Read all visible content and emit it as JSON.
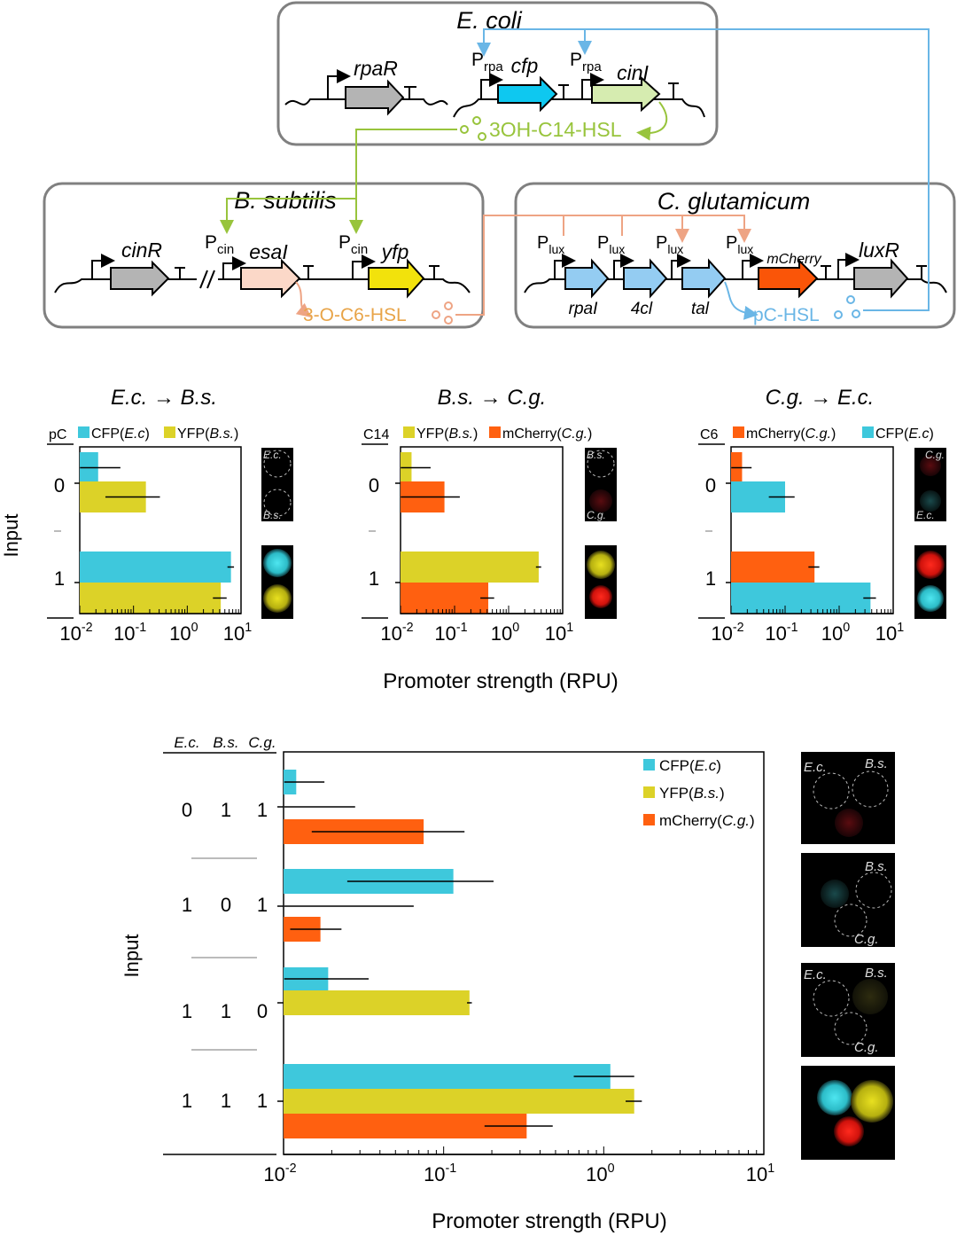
{
  "diagram": {
    "ecoli": {
      "title": "E. coli",
      "genes": [
        "rpaR",
        "cfp",
        "cinI"
      ],
      "promoters": [
        "P",
        "rpa",
        "P",
        "rpa"
      ],
      "signal": "3OH-C14-HSL"
    },
    "bsub": {
      "title": "B. subtilis",
      "genes": [
        "cinR",
        "esaI",
        "yfp"
      ],
      "promoters": [
        "P",
        "cin",
        "P",
        "cin"
      ],
      "signal": "3-O-C6-HSL"
    },
    "cglu": {
      "title": "C. glutamicum",
      "genes": [
        "rpaI",
        "4cl",
        "tal",
        "mCherry",
        "luxR"
      ],
      "promoters": [
        "P",
        "lux"
      ],
      "signal": "pC-HSL"
    }
  },
  "chart_data": [
    {
      "type": "bar",
      "orientation": "horizontal",
      "title": "E.c. → B.s.",
      "input_label": "pC",
      "ylabel": "Input",
      "xlabel": "Promoter strength (RPU)",
      "xscale": "log",
      "xlim": [
        0.01,
        10
      ],
      "categories": [
        "0",
        "1"
      ],
      "series": [
        {
          "name": "CFP(E.c)",
          "color": "#3ec8dc",
          "values": [
            0.022,
            6.5
          ],
          "err": [
            0.035,
            0.9
          ]
        },
        {
          "name": "YFP(B.s.)",
          "color": "#dcd228",
          "values": [
            0.17,
            4.2
          ],
          "err": [
            0.14,
            1.2
          ]
        }
      ],
      "micrograph_labels": [
        "E.c.",
        "B.s."
      ]
    },
    {
      "type": "bar",
      "orientation": "horizontal",
      "title": "B.s. → C.g.",
      "input_label": "C14",
      "ylabel": "",
      "xlabel": "Promoter strength (RPU)",
      "xscale": "log",
      "xlim": [
        0.01,
        10
      ],
      "categories": [
        "0",
        "1"
      ],
      "series": [
        {
          "name": "YFP(B.s.)",
          "color": "#dcd228",
          "values": [
            0.016,
            3.6
          ],
          "err": [
            0.02,
            0.4
          ]
        },
        {
          "name": "mCherry(C.g.)",
          "color": "#ff6010",
          "values": [
            0.065,
            0.42
          ],
          "err": [
            0.06,
            0.12
          ]
        }
      ],
      "micrograph_labels": [
        "B.s.",
        "C.g."
      ]
    },
    {
      "type": "bar",
      "orientation": "horizontal",
      "title": "C.g. → E.c.",
      "input_label": "C6",
      "ylabel": "",
      "xlabel": "",
      "xscale": "log",
      "xlim": [
        0.01,
        10
      ],
      "categories": [
        "0",
        "1"
      ],
      "series": [
        {
          "name": "mCherry(C.g.)",
          "color": "#ff6010",
          "values": [
            0.016,
            0.35
          ],
          "err": [
            0.008,
            0.08
          ]
        },
        {
          "name": "CFP(E.c)",
          "color": "#3ec8dc",
          "values": [
            0.1,
            3.8
          ],
          "err": [
            0.05,
            1.0
          ]
        }
      ],
      "micrograph_labels": [
        "C.g.",
        "E.c."
      ]
    },
    {
      "type": "bar",
      "orientation": "horizontal",
      "ylabel": "Input",
      "xlabel": "Promoter strength (RPU)",
      "xscale": "log",
      "xlim": [
        0.01,
        10
      ],
      "input_headers": [
        "E.c.",
        "B.s.",
        "C.g."
      ],
      "categories": [
        [
          "0",
          "1",
          "1"
        ],
        [
          "1",
          "0",
          "1"
        ],
        [
          "1",
          "1",
          "0"
        ],
        [
          "1",
          "1",
          "1"
        ]
      ],
      "legend": "top-right",
      "series": [
        {
          "name": "CFP(E.c)",
          "color": "#3ec8dc",
          "values": [
            0.012,
            0.115,
            0.019,
            1.1
          ],
          "err": [
            0.006,
            0.09,
            0.015,
            0.45
          ]
        },
        {
          "name": "YFP(B.s.)",
          "color": "#dcd228",
          "values": [
            0.01,
            0.01,
            0.145,
            1.55
          ],
          "err": [
            0.018,
            0.055,
            0.005,
            0.18
          ]
        },
        {
          "name": "mCherry(C.g.)",
          "color": "#ff6010",
          "values": [
            0.075,
            0.017,
            0.01,
            0.33
          ],
          "err": [
            0.06,
            0.006,
            0.0,
            0.15
          ]
        }
      ],
      "micrograph_labels": [
        [
          "E.c.",
          "B.s."
        ],
        [
          "B.s.",
          "C.g."
        ],
        [
          "E.c.",
          "B.s.",
          "C.g."
        ],
        []
      ]
    }
  ]
}
